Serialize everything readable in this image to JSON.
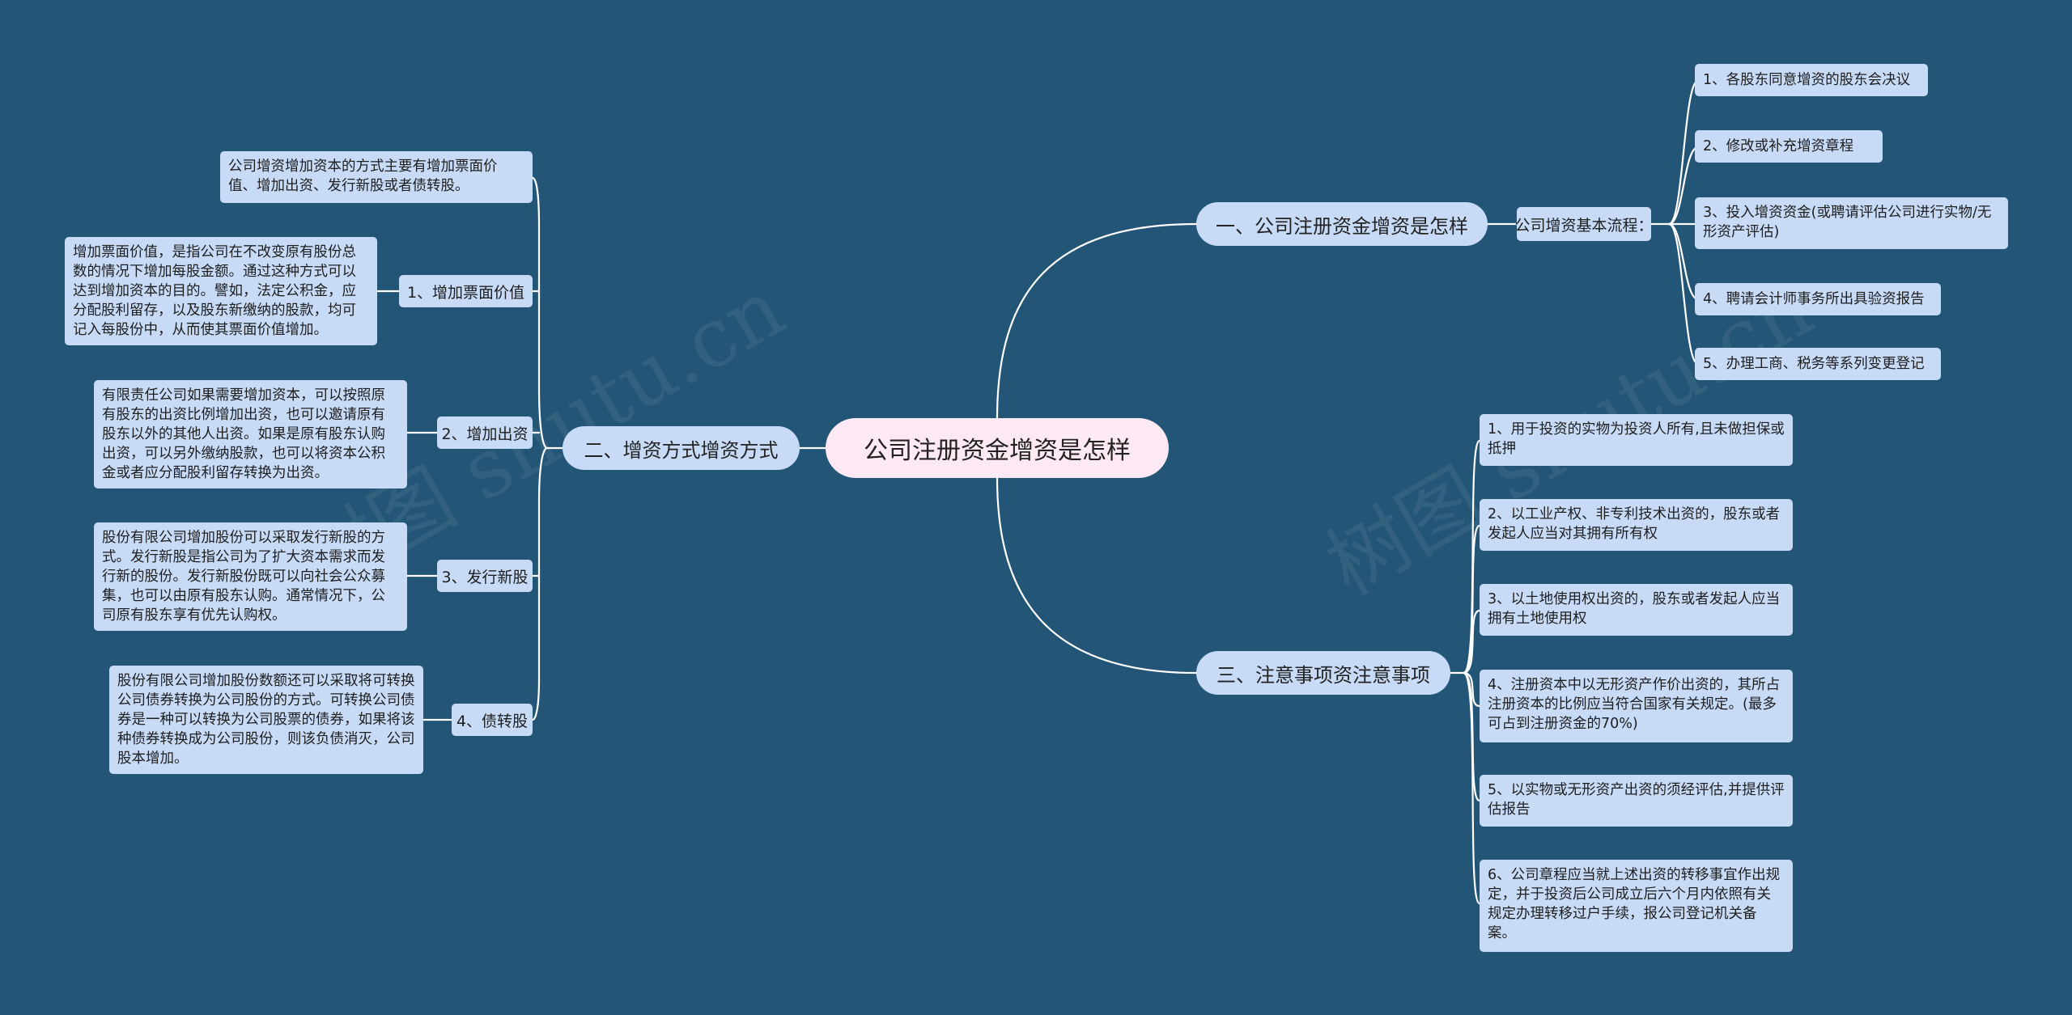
{
  "root": {
    "label": "公司注册资金增资是怎样"
  },
  "watermark": {
    "text": "树图 shutu.cn"
  },
  "branches": {
    "b1": {
      "label": "一、公司注册资金增资是怎样",
      "sub_label": "公司增资基本流程：",
      "items": [
        "1、各股东同意增资的股东会决议",
        "2、修改或补充增资章程",
        "3、投入增资资金(或聘请评估公司进行实物/无形资产评估)",
        "4、聘请会计师事务所出具验资报告",
        "5、办理工商、税务等系列变更登记"
      ]
    },
    "b2": {
      "label": "二、增资方式增资方式",
      "intro": "公司增资增加资本的方式主要有增加票面价值、增加出资、发行新股或者债转股。",
      "subs": [
        {
          "label": "1、增加票面价值",
          "text": "增加票面价值，是指公司在不改变原有股份总数的情况下增加每股金额。通过这种方式可以达到增加资本的目的。譬如，法定公积金，应分配股利留存，以及股东新缴纳的股款，均可记入每股份中，从而使其票面价值增加。"
        },
        {
          "label": "2、增加出资",
          "text": "有限责任公司如果需要增加资本，可以按照原有股东的出资比例增加出资，也可以邀请原有股东以外的其他人出资。如果是原有股东认购出资，可以另外缴纳股款，也可以将资本公积金或者应分配股利留存转换为出资。"
        },
        {
          "label": "3、发行新股",
          "text": "股份有限公司增加股份可以采取发行新股的方式。发行新股是指公司为了扩大资本需求而发行新的股份。发行新股份既可以向社会公众募集，也可以由原有股东认购。通常情况下，公司原有股东享有优先认购权。"
        },
        {
          "label": "4、债转股",
          "text": "股份有限公司增加股份数额还可以采取将可转换公司债券转换为公司股份的方式。可转换公司债券是一种可以转换为公司股票的债券，如果将该种债券转换成为公司股份，则该负债消灭，公司股本增加。"
        }
      ]
    },
    "b3": {
      "label": "三、注意事项资注意事项",
      "items": [
        "1、用于投资的实物为投资人所有,且未做担保或抵押",
        "2、以工业产权、非专利技术出资的，股东或者发起人应当对其拥有所有权",
        "3、以土地使用权出资的，股东或者发起人应当拥有土地使用权",
        "4、注册资本中以无形资产作价出资的，其所占注册资本的比例应当符合国家有关规定。(最多可占到注册资金的70%)",
        "5、以实物或无形资产出资的须经评估,并提供评估报告",
        "6、公司章程应当就上述出资的转移事宜作出规定，并于投资后公司成立后六个月内依照有关规定办理转移过户手续，报公司登记机关备案。"
      ]
    }
  },
  "colors": {
    "background": "#235577",
    "node": "#c7daf6",
    "root": "#fde9f4",
    "link": "#ffffff"
  }
}
